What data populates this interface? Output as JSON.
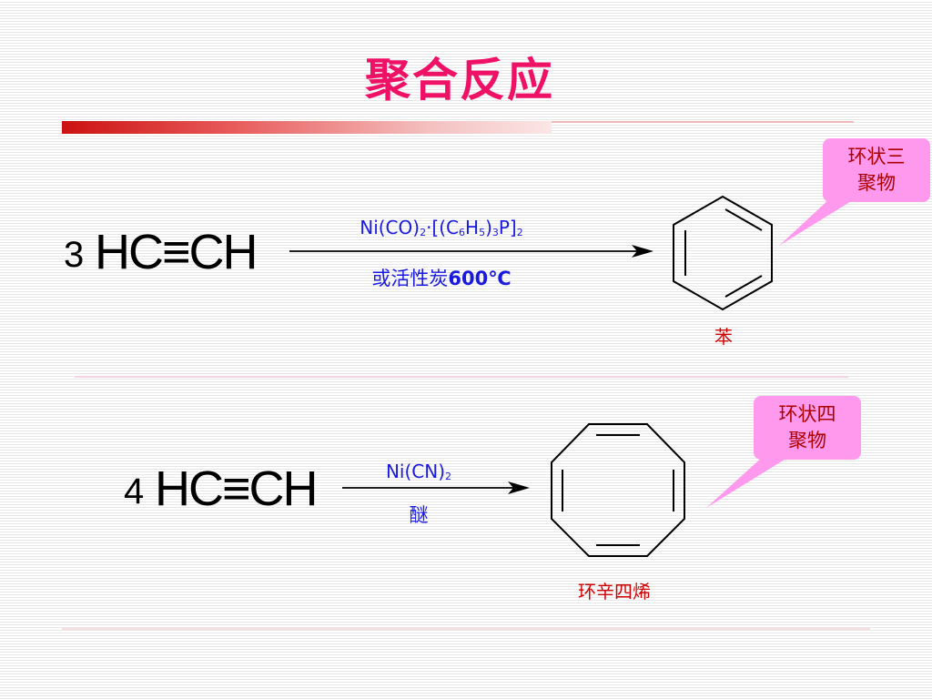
{
  "slide": {
    "title": "聚合反应"
  },
  "reaction1": {
    "coefficient": "3",
    "reactant": "HC≡CH",
    "catalyst_parts": {
      "a": "Ni(CO)",
      "a_sub": "2",
      "b": "·[(C",
      "b_sub": "6",
      "c": "H",
      "c_sub": "5",
      "d": ")",
      "d_sub": "3",
      "e": "P]",
      "e_sub": "2"
    },
    "alt_condition_text": "或活性炭",
    "alt_condition_temp": "600℃",
    "product_name": "苯",
    "callout": {
      "line1": "环状三",
      "line2": "聚物"
    }
  },
  "reaction2": {
    "coefficient": "4",
    "reactant": "HC≡CH",
    "catalyst": "Ni(CN)",
    "catalyst_sub": "2",
    "solvent": "醚",
    "product_name": "环辛四烯",
    "callout": {
      "line1": "环状四",
      "line2": "聚物"
    }
  },
  "colors": {
    "title": "#ee1166",
    "condition_text": "#1a1add",
    "product_label": "#cc0000",
    "callout_fill": "#ff99ee"
  }
}
